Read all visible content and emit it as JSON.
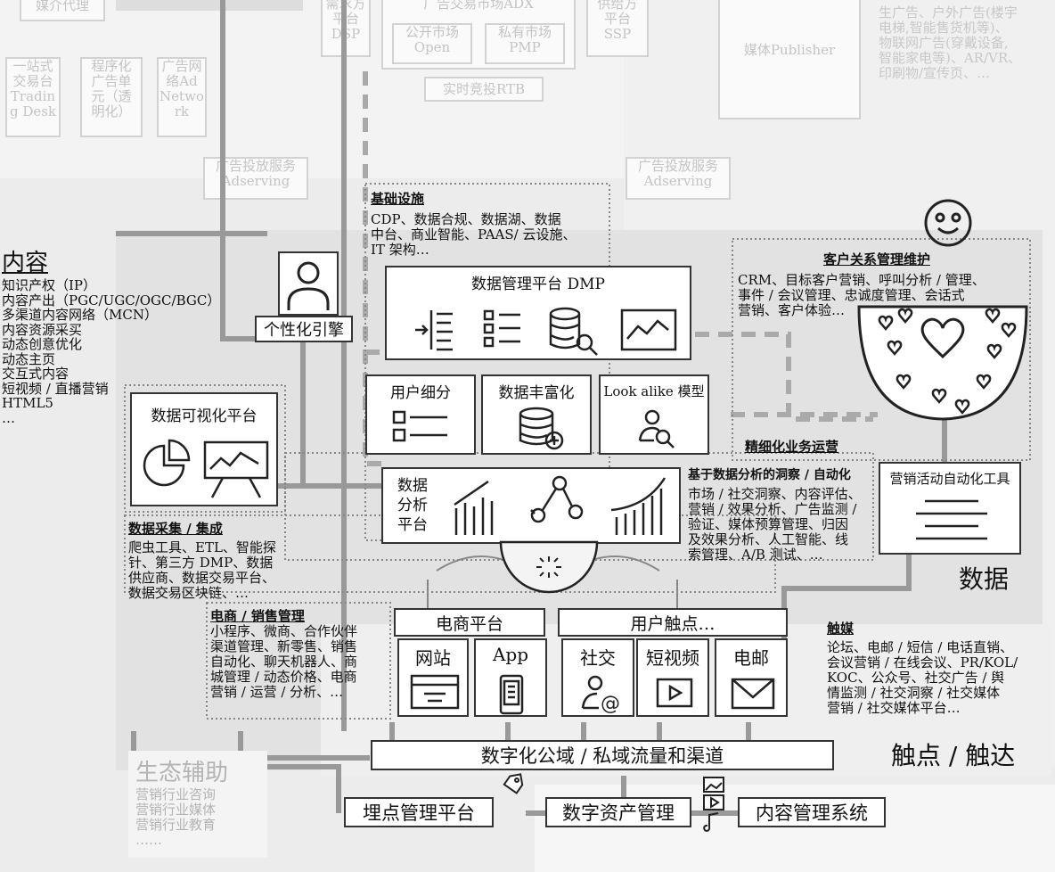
{
  "top": {
    "media_agency": "媒介代理",
    "dsp": "需求方\n平台\nDSP",
    "adx": "广告交易市场ADX",
    "open": "公开市场\nOpen",
    "pmp": "私有市场\nPMP",
    "rtb": "实时竞投RTB",
    "ssp": "供给方\n平台\nSSP",
    "publisher": "媒体Publisher",
    "trading_desk": "一站式\n交易台\nTradin\ng Desk",
    "programmatic": "程序化\n广告单\n元（透\n明化）",
    "ad_network": "广告网\n络Ad\nNetwo\nrk",
    "adserving_left": "广告投放服务\nAdserving",
    "adserving_right": "广告投放服务\nAdserving",
    "media_types": "生广告、户外广告(楼宇\n电梯,智能售货机等)、\n物联网广告(穿戴设备,\n智能家电等)、AR/VR、\n印刷物/宣传页、…"
  },
  "content": {
    "title": "内容",
    "items": [
      "知识产权（IP）",
      "内容产出（PGC/UGC/OGC/BGC）",
      "多渠道内容网络（MCN）",
      "内容资源采买",
      "动态创意优化",
      "动态主页",
      "交互式内容",
      "短视频 / 直播营销",
      "HTML5",
      "…"
    ]
  },
  "infra": {
    "title": "基础设施",
    "desc": "CDP、数据合规、数据湖、数据\n中台、商业智能、PAAS/ 云设施、\nIT 架构…"
  },
  "personalization": "个性化引擎",
  "dmp": {
    "title": "数据管理平台 DMP"
  },
  "segments": {
    "user": "用户细分",
    "enrich": "数据丰富化",
    "lookalike": "Look alike 模型"
  },
  "crm": {
    "title": "客户关系管理维护",
    "desc": "CRM、目标客户营销、呼叫分析 / 管理、\n事件 / 会议管理、忠诚度管理、会话式\n营销、客户体验…"
  },
  "ops": "精细化业务运营",
  "viz": "数据可视化平台",
  "analytics": {
    "label": "数据\n分析\n平台",
    "insight_title": "基于数据分析的洞察 / 自动化",
    "insight_desc": "市场 / 社交洞察、内容评估、\n营销 / 效果分析、广告监测 /\n验证、媒体预算管理、归因\n及效果分析、人工智能、线\n索管理、A/B 测试、…"
  },
  "automation": "营销活动自动化工具",
  "data_label": "数据",
  "collect": {
    "title": "数据采集 / 集成",
    "desc": "爬虫工具、ETL、智能探\n针、第三方 DMP、数据\n供应商、数据交易平台、\n数据交易区块链、…"
  },
  "commerce": {
    "title": "电商 / 销售管理",
    "desc": "小程序、微商、合作伙伴\n渠道管理、新零售、销售\n自动化、聊天机器人、商\n城管理 / 动态价格、电商\n营销 / 运营 / 分析、…"
  },
  "ecom_platform": "电商平台",
  "touchpoints": "用户触点…",
  "channels": {
    "website": "网站",
    "app": "App",
    "social": "社交",
    "short_video": "短视频",
    "email": "电邮"
  },
  "media": {
    "title": "触媒",
    "desc": "论坛、电邮 / 短信 / 电话直销、\n会议营销 / 在线会议、PR/KOL/\nKOC、公众号、社交广告 / 舆\n情监测 / 社交洞察 / 社交媒体\n营销 / 社交媒体平台…"
  },
  "touch_label": "触点 / 触达",
  "traffic": "数字化公域 / 私域流量和渠道",
  "ecosystem": {
    "title": "生态辅助",
    "items": [
      "营销行业咨询",
      "营销行业媒体",
      "营销行业教育",
      "……"
    ]
  },
  "bottom": {
    "tracking": "埋点管理平台",
    "dam": "数字资产管理",
    "cms": "内容管理系统"
  }
}
